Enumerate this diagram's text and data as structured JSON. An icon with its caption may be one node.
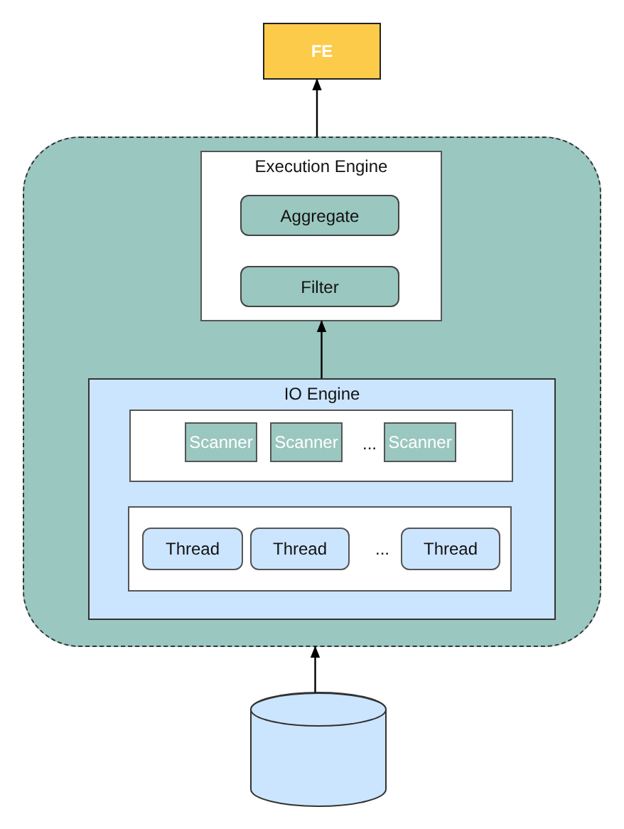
{
  "diagram": {
    "nodes": [
      {
        "text": [
          "FE"
        ]
      },
      {
        "text": [],
        "shape": "box"
      },
      {
        "text": [
          "Execution Engine"
        ],
        "in": 1
      },
      {
        "text": [
          "Aggregate"
        ],
        "in": 2
      },
      {
        "text": [
          "Filter"
        ],
        "in": 2
      },
      {
        "text": [
          "IO Engine"
        ],
        "in": 1
      },
      {
        "text": [],
        "shape": "box",
        "in": 5
      },
      {
        "text": [
          "Scanner"
        ],
        "in": 6
      },
      {
        "text": [
          "Scanner"
        ],
        "in": 6
      },
      {
        "text": [
          "Scanner"
        ],
        "in": 6
      },
      {
        "text": [],
        "shape": "box",
        "in": 5
      },
      {
        "text": [
          "Thread"
        ],
        "in": 10
      },
      {
        "text": [
          "Thread"
        ],
        "in": 10
      },
      {
        "text": [
          "Thread"
        ],
        "in": 10
      },
      {
        "text": [],
        "shape": "cylinder"
      }
    ],
    "edges": [
      {
        "from": 14,
        "to": 1,
        "arrow": "to"
      },
      {
        "from": 5,
        "to": 2,
        "arrow": "to"
      },
      {
        "from": 1,
        "to": 0,
        "arrow": "to"
      }
    ],
    "labels": [
      "...",
      "..."
    ]
  }
}
